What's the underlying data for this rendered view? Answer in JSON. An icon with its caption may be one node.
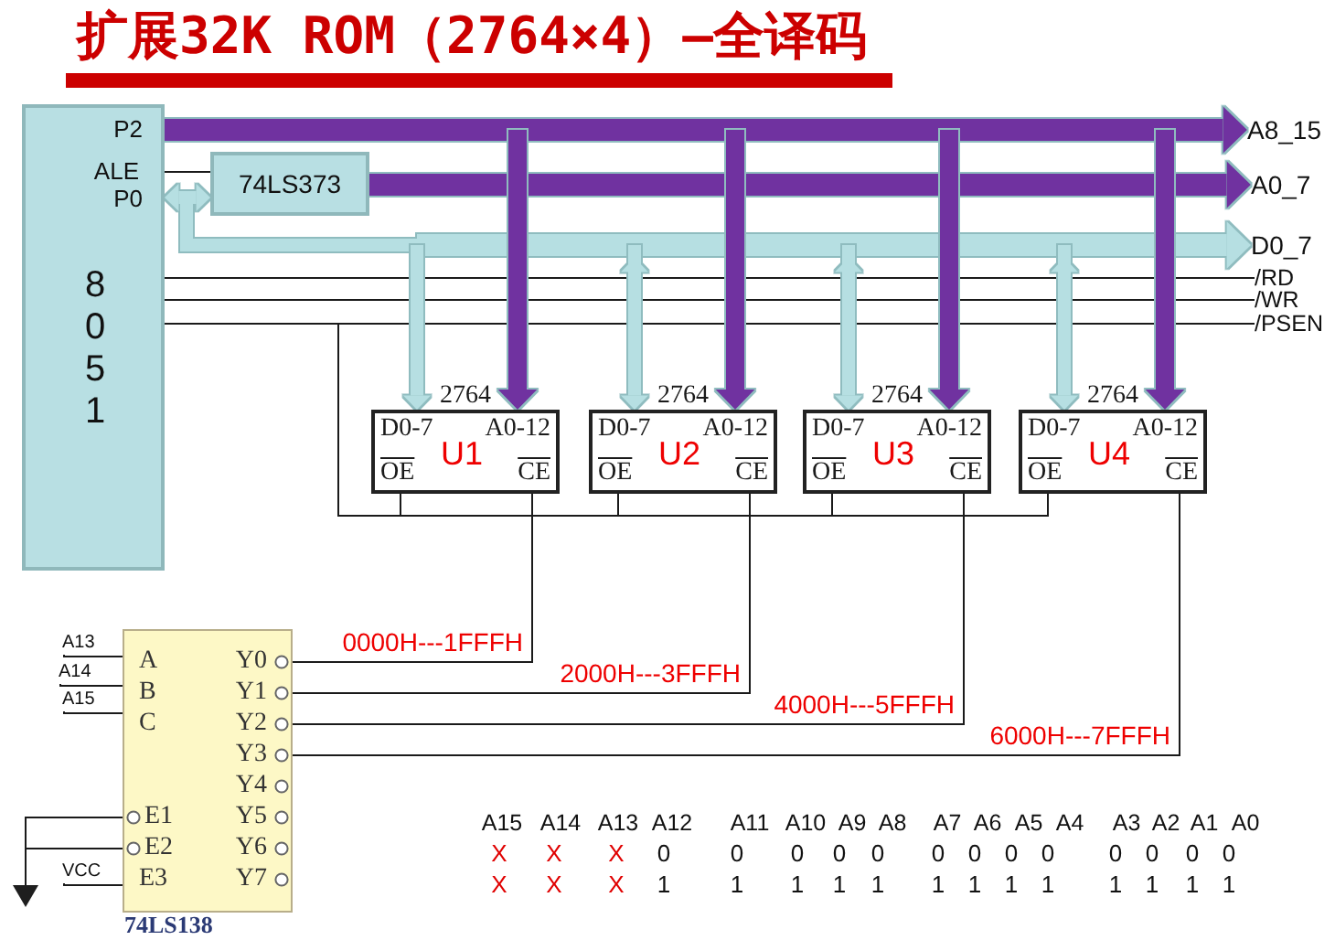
{
  "diagram": {
    "title": "扩展32K ROM（2764×4）—全译码",
    "nodes": [
      {
        "text": [
          "P2",
          "ALE",
          "P0",
          "8051"
        ]
      },
      {
        "text": [
          "74LS373"
        ]
      },
      {
        "text": [
          "A8_15"
        ]
      },
      {
        "text": [
          "A0_7"
        ]
      },
      {
        "text": [
          "D0_7"
        ]
      },
      {
        "text": [
          "/RD"
        ]
      },
      {
        "text": [
          "/WR"
        ]
      },
      {
        "text": [
          "/PSEN"
        ]
      },
      {
        "text": [
          "2764",
          "D0-7",
          "A0-12",
          "U1",
          "OE",
          "CE"
        ]
      },
      {
        "text": [
          "2764",
          "D0-7",
          "A0-12",
          "U2",
          "OE",
          "CE"
        ]
      },
      {
        "text": [
          "2764",
          "D0-7",
          "A0-12",
          "U3",
          "OE",
          "CE"
        ]
      },
      {
        "text": [
          "2764",
          "D0-7",
          "A0-12",
          "U4",
          "OE",
          "CE"
        ]
      },
      {
        "text": [
          "A13"
        ]
      },
      {
        "text": [
          "A14"
        ]
      },
      {
        "text": [
          "A15"
        ]
      },
      {
        "text": [
          "A",
          "B",
          "C",
          "E1",
          "E2",
          "E3",
          "Y0",
          "Y1",
          "Y2",
          "Y3",
          "Y4",
          "Y5",
          "Y6",
          "Y7",
          "74LS138"
        ]
      },
      {
        "text": [
          "VCC"
        ]
      },
      {
        "text": [],
        "shape": "triangle"
      }
    ],
    "edges": [
      {
        "from": 0,
        "to": 2,
        "arrow": "to",
        "style": "thick",
        "color": "#7030a0"
      },
      {
        "from": 0,
        "to": 1,
        "arrow": "none"
      },
      {
        "from": 0,
        "to": 1,
        "arrow": "both",
        "style": "thick",
        "color": "#b6dfe2"
      },
      {
        "from": 1,
        "to": 3,
        "arrow": "to",
        "style": "thick",
        "color": "#7030a0"
      },
      {
        "from": 0,
        "to": 4,
        "arrow": "both",
        "style": "thick",
        "color": "#b6dfe2"
      },
      {
        "from": 0,
        "to": 5,
        "arrow": "none"
      },
      {
        "from": 0,
        "to": 6,
        "arrow": "none"
      },
      {
        "from": 0,
        "to": 7,
        "arrow": "none"
      },
      {
        "from": 0,
        "to": 8,
        "arrow": "to",
        "style": "thick",
        "color": "#7030a0"
      },
      {
        "from": 0,
        "to": 9,
        "arrow": "to",
        "style": "thick",
        "color": "#7030a0"
      },
      {
        "from": 0,
        "to": 10,
        "arrow": "to",
        "style": "thick",
        "color": "#7030a0"
      },
      {
        "from": 0,
        "to": 11,
        "arrow": "to",
        "style": "thick",
        "color": "#7030a0"
      },
      {
        "from": 0,
        "to": 8,
        "arrow": "both",
        "style": "thick",
        "color": "#b6dfe2"
      },
      {
        "from": 0,
        "to": 9,
        "arrow": "both",
        "style": "thick",
        "color": "#b6dfe2"
      },
      {
        "from": 0,
        "to": 10,
        "arrow": "both",
        "style": "thick",
        "color": "#b6dfe2"
      },
      {
        "from": 0,
        "to": 11,
        "arrow": "both",
        "style": "thick",
        "color": "#b6dfe2"
      },
      {
        "from": 0,
        "to": 8,
        "arrow": "none"
      },
      {
        "from": 0,
        "to": 9,
        "arrow": "none"
      },
      {
        "from": 0,
        "to": 10,
        "arrow": "none"
      },
      {
        "from": 0,
        "to": 11,
        "arrow": "none"
      },
      {
        "from": 15,
        "to": 8,
        "arrow": "none",
        "label": "0000H---1FFFH"
      },
      {
        "from": 15,
        "to": 9,
        "arrow": "none",
        "label": "2000H---3FFFH"
      },
      {
        "from": 15,
        "to": 10,
        "arrow": "none",
        "label": "4000H---5FFFH"
      },
      {
        "from": 15,
        "to": 11,
        "arrow": "none",
        "label": "6000H---7FFFH"
      },
      {
        "from": 12,
        "to": 15,
        "arrow": "none"
      },
      {
        "from": 13,
        "to": 15,
        "arrow": "none"
      },
      {
        "from": 14,
        "to": 15,
        "arrow": "none"
      },
      {
        "from": 16,
        "to": 15,
        "arrow": "none"
      },
      {
        "from": 15,
        "to": 17,
        "arrow": "none"
      },
      {
        "from": 15,
        "to": 17,
        "arrow": "none"
      }
    ],
    "labels": [
      "A15",
      "A14",
      "A13",
      "A12",
      "A11",
      "A10",
      "A9",
      "A8",
      "A7",
      "A6",
      "A5",
      "A4",
      "A3",
      "A2",
      "A1",
      "A0",
      "X",
      "X",
      "X",
      "0",
      "0",
      "0",
      "0",
      "0",
      "0",
      "0",
      "0",
      "0",
      "0",
      "0",
      "0",
      "0",
      "X",
      "X",
      "X",
      "1",
      "1",
      "1",
      "1",
      "1",
      "1",
      "1",
      "1",
      "1",
      "1",
      "1",
      "1",
      "1"
    ]
  }
}
